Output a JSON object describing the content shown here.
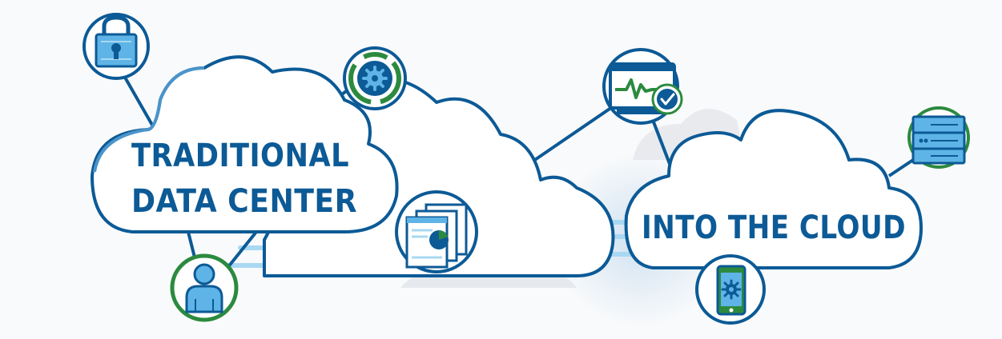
{
  "clouds": {
    "left_label_line1": "TRADITIONAL",
    "left_label_line2": "DATA CENTER",
    "right_label": "INTO THE CLOUD"
  },
  "colors": {
    "primary_blue": "#0c5a96",
    "light_blue": "#5eb4e6",
    "pale_blue": "#a9d8f2",
    "green": "#2c8a3f",
    "speed_lines": "#b7e1f4",
    "shadow": "#e4e7ec"
  },
  "icons": [
    "lock-icon",
    "gear-icon",
    "monitor-heartbeat-icon",
    "check-badge-icon",
    "documents-chart-icon",
    "user-icon",
    "server-icon",
    "mobile-gear-icon"
  ]
}
